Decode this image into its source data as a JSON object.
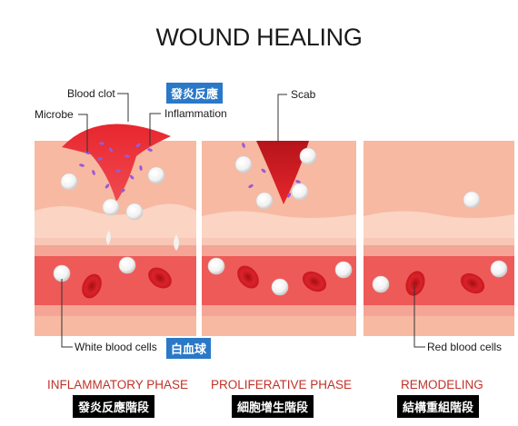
{
  "title": "WOUND HEALING",
  "labels": {
    "blood_clot": "Blood clot",
    "microbe": "Microbe",
    "inflammation": "Inflammation",
    "scab": "Scab",
    "white_blood_cells": "White blood cells",
    "red_blood_cells": "Red blood cells"
  },
  "chinese_tags": {
    "inflammation_cn": "發炎反應",
    "white_blood_cells_cn": "白血球"
  },
  "phases": [
    {
      "name": "INFLAMMATORY PHASE",
      "cn": "發炎反應階段"
    },
    {
      "name": "PROLIFERATIVE PHASE",
      "cn": "細胞增生階段"
    },
    {
      "name": "REMODELING",
      "cn": "結構重組階段"
    }
  ],
  "colors": {
    "skin": "#f7b9a2",
    "skin_light": "#fbd4c4",
    "vessel": "#ef5f5c",
    "clot": "#e8262e",
    "phase_text": "#c03228",
    "tag_blue": "#2a78c8"
  }
}
